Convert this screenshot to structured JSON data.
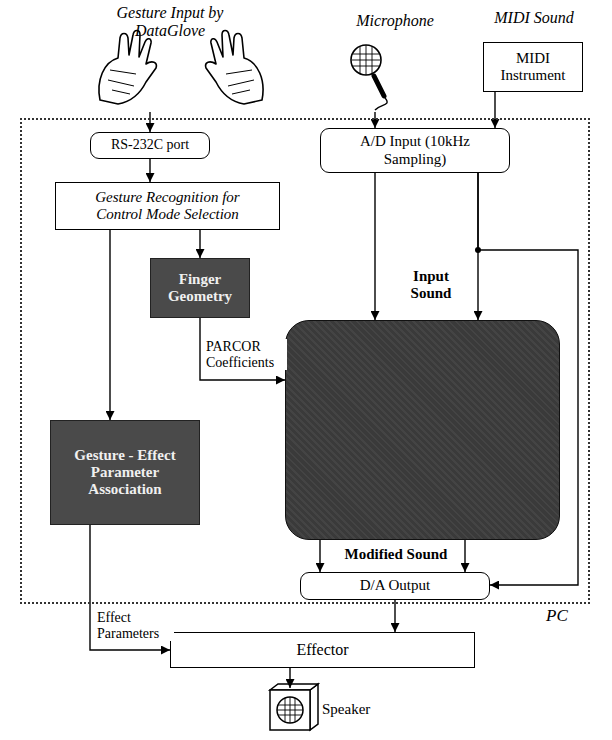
{
  "diagram": {
    "nodes": [
      {
        "text": [
          "Gesture Input by DataGlove"
        ]
      },
      {
        "text": [
          "Microphone"
        ]
      },
      {
        "text": [
          "MIDI Sound",
          "MIDI Instrument"
        ]
      },
      {
        "text": [
          "PC"
        ]
      },
      {
        "text": [
          "RS-232C port"
        ],
        "in": 3
      },
      {
        "text": [
          "A/D Input (10kHz Sampling)"
        ],
        "in": 3
      },
      {
        "text": [
          "Gesture Recognition for Control Mode Selection"
        ],
        "in": 3
      },
      {
        "text": [
          "Finger Geometry"
        ],
        "in": 3
      },
      {
        "text": [],
        "in": 3
      },
      {
        "text": [
          "Gesture - Effect Parameter Association"
        ],
        "in": 3
      },
      {
        "text": [
          "D/A Output"
        ],
        "in": 3
      },
      {
        "text": [
          "Effector"
        ]
      },
      {
        "text": [
          "Speaker"
        ]
      }
    ],
    "edges": [
      {
        "from": 0,
        "to": 4,
        "arrow": "to"
      },
      {
        "from": 1,
        "to": 5,
        "arrow": "to"
      },
      {
        "from": 2,
        "to": 5,
        "arrow": "to"
      },
      {
        "from": 4,
        "to": 6,
        "arrow": "to"
      },
      {
        "from": 6,
        "to": 7,
        "arrow": "to"
      },
      {
        "from": 6,
        "to": 9,
        "arrow": "to"
      },
      {
        "from": 7,
        "to": 8,
        "label": "PARCOR Coefficients",
        "arrow": "to"
      },
      {
        "from": 5,
        "to": 8,
        "label": "Input Sound",
        "arrow": "to"
      },
      {
        "from": 5,
        "to": 8,
        "arrow": "to"
      },
      {
        "from": 5,
        "to": 10,
        "arrow": "to"
      },
      {
        "from": 8,
        "to": 10,
        "label": "Modified Sound",
        "arrow": "to"
      },
      {
        "from": 8,
        "to": 10,
        "arrow": "to"
      },
      {
        "from": 9,
        "to": 11,
        "label": "Effect Parameters",
        "arrow": "to"
      },
      {
        "from": 10,
        "to": 11,
        "arrow": "to"
      },
      {
        "from": 11,
        "to": 12,
        "arrow": "to"
      }
    ]
  }
}
